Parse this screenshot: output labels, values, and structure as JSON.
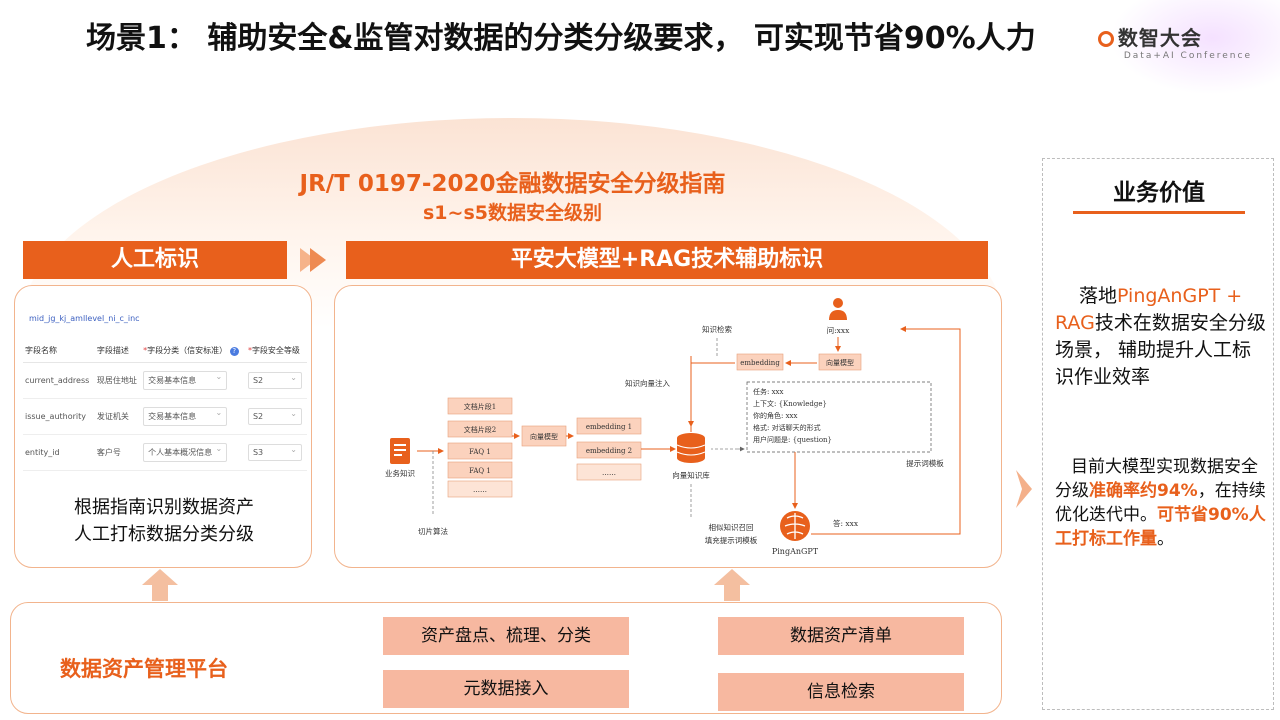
{
  "title": "场景1： 辅助安全&监管对数据的分类分级要求， 可实现节省90%人力",
  "logo": {
    "name": "数智大会",
    "sub": "Data+AI Conference"
  },
  "standard": {
    "title": "JR/T 0197-2020金融数据安全分级指南",
    "subtitle": "s1~s5数据安全级别"
  },
  "manual": {
    "bar_label": "人工标识",
    "table": {
      "caption": "mid_jg_kj_amllevel_ni_c_inc",
      "headers": [
        "字段名称",
        "字段描述",
        "字段分类（信安标准）",
        "字段安全等级"
      ],
      "rows": [
        {
          "name": "current_address",
          "desc": "现居住地址",
          "category": "交易基本信息",
          "level": "S2"
        },
        {
          "name": "issue_authority",
          "desc": "发证机关",
          "category": "交易基本信息",
          "level": "S2"
        },
        {
          "name": "entity_id",
          "desc": "客户号",
          "category": "个人基本概况信息",
          "level": "S3"
        }
      ]
    },
    "caption_line1": "根据指南识别数据资产",
    "caption_line2": "人工打标数据分类分级"
  },
  "rag": {
    "bar_label": "平安大模型+RAG技术辅助标识",
    "diagram": {
      "knowledge_retrieval": "知识检索",
      "question": "问:xxx",
      "embedding": "embedding",
      "vector_model_top": "向量模型",
      "inject": "知识向量注入",
      "biz_knowledge": "业务知识",
      "chunks": [
        "文档片段1",
        "文档片段2",
        "FAQ 1",
        "FAQ 1",
        "……"
      ],
      "vector_model_mid": "向量模型",
      "embeddings": [
        "embedding 1",
        "embedding 2",
        "……"
      ],
      "vector_db": "向量知识库",
      "slicing": "切片算法",
      "recall_line1": "相似知识召回",
      "recall_line2": "填充提示词模板",
      "prompt_lines": [
        "任务: xxx",
        "上下文: {Knowledge}",
        "你的角色: xxx",
        "格式: 对话聊天的形式",
        "用户问题是: {question}"
      ],
      "prompt_template": "提示词模板",
      "answer": "答: xxx",
      "llm": "PingAnGPT"
    }
  },
  "platform": {
    "label": "数据资产管理平台",
    "chips": [
      "资产盘点、梳理、分类",
      "数据资产清单",
      "元数据接入",
      "信息检索"
    ]
  },
  "value": {
    "title": "业务价值",
    "p1": {
      "a": "落地",
      "b": "PingAnGPT + RAG",
      "c": "技术在数据安全分级场景， 辅助提升人工标识作业效率"
    },
    "p2": {
      "a": "目前大模型实现数据安全分级",
      "b": "准确率约94%",
      "c": "，在持续优化迭代中。",
      "d": "可节省90%人工打标工作量",
      "e": "。"
    }
  },
  "colors": {
    "accent": "#e8601c",
    "chip": "#f7b8a0",
    "panel_border": "#f2b48d"
  }
}
